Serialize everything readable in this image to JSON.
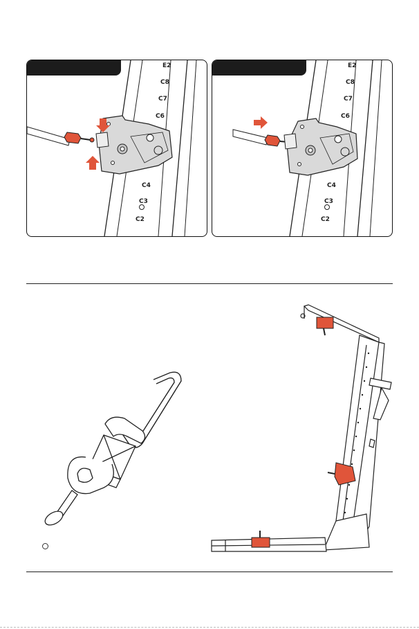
{
  "panel_left": {
    "rail_labels": [
      "E2",
      "C8",
      "C7",
      "C6",
      "C4",
      "C3",
      "C2"
    ]
  },
  "panel_right": {
    "rail_labels": [
      "E2",
      "C8",
      "C7",
      "C6",
      "C4",
      "C3",
      "C2"
    ]
  },
  "colors": {
    "accent": "#e0553a",
    "ink": "#1c1c1c",
    "metal": "#d9d9d9"
  },
  "icons": {
    "arrow": "red-arrow-icon",
    "legend": "circle-marker-icon"
  }
}
